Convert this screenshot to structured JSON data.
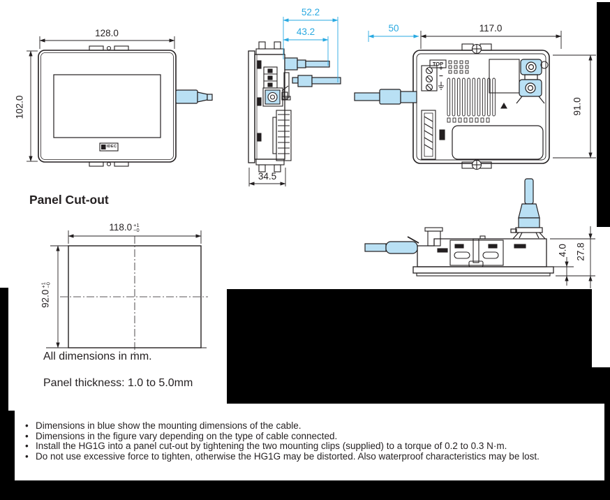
{
  "colors": {
    "line": "#231f20",
    "blue_dimension": "#29a9e1",
    "cable_fill": "#b9e0f4",
    "background": "#ffffff",
    "mask": "#000000"
  },
  "views": {
    "front": {
      "width": "128.0",
      "height": "102.0",
      "logo": "IDEC"
    },
    "side": {
      "cable_outer": "52.2",
      "cable_inner": "43.2",
      "depth": "34.5"
    },
    "rear": {
      "cable": "50",
      "width": "117.0",
      "height": "91.0",
      "top_label": "TOP",
      "plus": "+",
      "minus": "−"
    },
    "bottom": {
      "flange": "4.0",
      "depth": "27.8"
    },
    "cutout": {
      "title": "Panel Cut-out",
      "width": "118.0",
      "height": "92.0",
      "tol_plus": "+1",
      "tol_minus": "−0"
    }
  },
  "notes": {
    "dimensions_note": "All dimensions in mm.",
    "panel_thickness": "Panel thickness: 1.0 to 5.0mm"
  },
  "bullets": {
    "marker": "•",
    "items": [
      "Dimensions in blue show the mounting dimensions of the cable.",
      "Dimensions in the figure vary depending on the type of cable connected.",
      "Install the HG1G into a panel cut-out by tightening the two mounting clips (supplied) to a torque of 0.2 to 0.3 N·m.",
      "Do not use excessive force to tighten, otherwise the HG1G may be distorted. Also waterproof characteristics may be lost."
    ]
  }
}
